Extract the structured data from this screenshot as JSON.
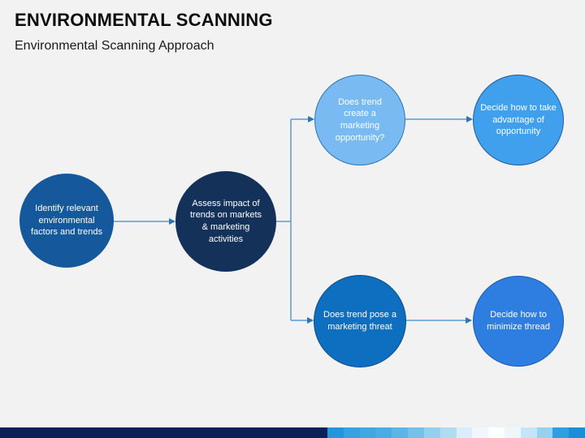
{
  "header": {
    "title": "ENVIRONMENTAL SCANNING",
    "subtitle": "Environmental Scanning Approach"
  },
  "diagram": {
    "nodes": [
      {
        "id": "identify-factors",
        "label": "Identify relevant environmental factors and trends",
        "fill": "#15599C",
        "border": "#15599C"
      },
      {
        "id": "assess-impact",
        "label": "Assess impact of trends on markets & marketing activities",
        "fill": "#14315A",
        "border": "#14315A"
      },
      {
        "id": "trend-opportunity",
        "label": "Does trend create a marketing opportunity?",
        "fill": "#79BAF2",
        "border": "#2E75B6"
      },
      {
        "id": "take-advantage",
        "label": "Decide how to take advantage of opportunity",
        "fill": "#41A0EE",
        "border": "#1F5C99"
      },
      {
        "id": "trend-threat",
        "label": "Does trend pose a marketing threat",
        "fill": "#0E6FC1",
        "border": "#0B4A80"
      },
      {
        "id": "minimize-threat",
        "label": "Decide how to minimize thread",
        "fill": "#2D7EE0",
        "border": "#1B5CA8"
      }
    ],
    "connector_color": "#5B9BD5",
    "arrowhead_color": "#2E75B6"
  },
  "footer": {
    "left_color": "#0A2158",
    "segments": [
      "#2196DD",
      "#35A3E2",
      "#3FA8E3",
      "#49ACE4",
      "#5CB5E7",
      "#74C2EA",
      "#93CFEF",
      "#B0DCF3",
      "#D8EEF9",
      "#F0F8FD",
      "#FDFEFE",
      "#EDF6FB",
      "#C4E5F7",
      "#95D2F0",
      "#2E9FE0",
      "#1A8FD8"
    ]
  }
}
